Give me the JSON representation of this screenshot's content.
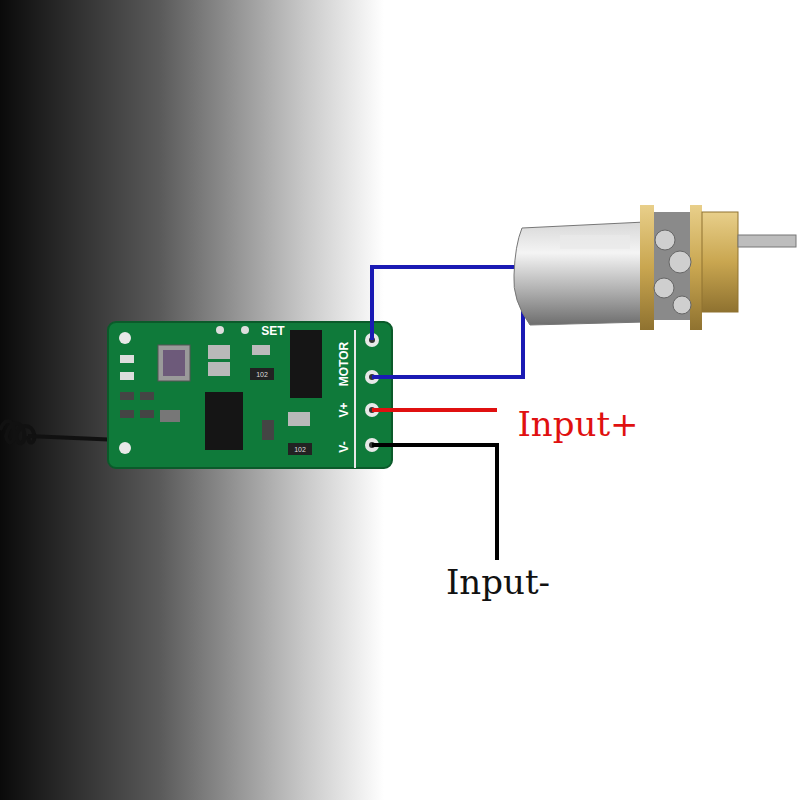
{
  "diagram": {
    "labels": [
      "SET",
      "MOTOR",
      "V+",
      "V-",
      "102",
      "102",
      "Input+",
      "Input-"
    ]
  }
}
